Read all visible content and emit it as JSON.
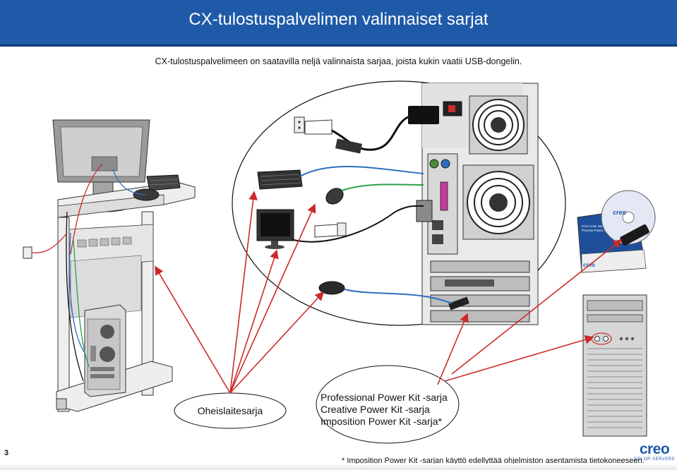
{
  "header": {
    "title": "CX-tulostuspalvelimen valinnaiset sarjat"
  },
  "intro": "CX-tulostuspalvelimeen on saatavilla neljä valinnaista sarjaa, joista kukin vaatii USB-dongelin.",
  "labels": {
    "accessories": "Oheislaitesarja",
    "kits": [
      "Professional Power Kit -sarja",
      "Creative Power Kit -sarja",
      "Imposition Power Kit -sarja*"
    ]
  },
  "box": {
    "brand": "creo",
    "line1": "Creo Color Server",
    "line2": "Process Power Kit"
  },
  "footer": {
    "page": "3",
    "note": "* Imposition Power Kit -sarjan käyttö edellyttää ohjelmiston asentamista tietokoneeseen.",
    "logo_word": "creo",
    "logo_sub": "COLOR SERVERS"
  },
  "colors": {
    "header": "#1e5aa8",
    "arrow": "#cc2a2a",
    "cable_blue": "#2a6fc0",
    "cable_green": "#2aa04a",
    "cable_black": "#111111"
  }
}
